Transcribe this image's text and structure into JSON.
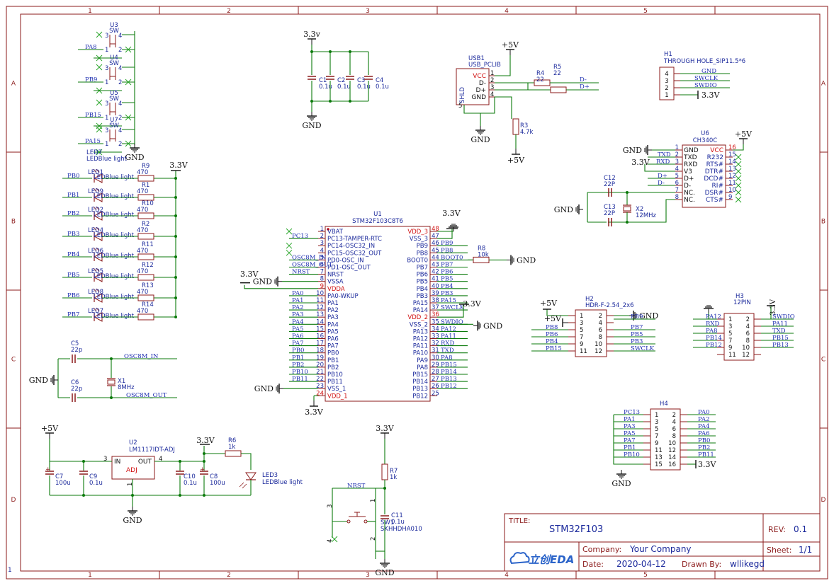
{
  "frame": {
    "columns": [
      "1",
      "2",
      "3",
      "4",
      "5"
    ],
    "rows": [
      "A",
      "B",
      "C",
      "D"
    ],
    "corner_mark": "1"
  },
  "title_block": {
    "title_label": "TITLE:",
    "title": "STM32F103",
    "rev_label": "REV:",
    "rev": "0.1",
    "company_label": "Company:",
    "company": "Your Company",
    "sheet_label": "Sheet:",
    "sheet": "1/1",
    "date_label": "Date:",
    "date": "2020-04-12",
    "drawn_label": "Drawn By:",
    "drawn_by": "wllikegd",
    "logo": "立创EDA"
  },
  "nets": {
    "v33": "3.3v",
    "V33": "3.3V",
    "gnd": "GND",
    "p5v": "+5V"
  },
  "colors": {
    "wire": "#0b7a0b",
    "part": "#8b1a1a",
    "text_blue": "#1c2a9c",
    "net_blue": "#1e2fb0",
    "red": "#d01010",
    "black": "#111111"
  },
  "mcu": {
    "ref": "U1",
    "value": "STM32F103C8T6",
    "left_pins": [
      {
        "num": "1",
        "name": "VBAT"
      },
      {
        "num": "2",
        "name": "PC13-TAMPER-RTC"
      },
      {
        "num": "3",
        "name": "PC14-OSC32_IN"
      },
      {
        "num": "4",
        "name": "PC15-OSC32_OUT"
      },
      {
        "num": "5",
        "name": "PD0-OSC_IN"
      },
      {
        "num": "6",
        "name": "PD1-OSC_OUT"
      },
      {
        "num": "7",
        "name": "NRST"
      },
      {
        "num": "8",
        "name": "VSSA"
      },
      {
        "num": "9",
        "name": "VDDA"
      },
      {
        "num": "10",
        "name": "PA0-WKUP"
      },
      {
        "num": "11",
        "name": "PA1"
      },
      {
        "num": "12",
        "name": "PA2"
      },
      {
        "num": "13",
        "name": "PA3"
      },
      {
        "num": "14",
        "name": "PA4"
      },
      {
        "num": "15",
        "name": "PA5"
      },
      {
        "num": "16",
        "name": "PA6"
      },
      {
        "num": "17",
        "name": "PA7"
      },
      {
        "num": "18",
        "name": "PB0"
      },
      {
        "num": "19",
        "name": "PB1"
      },
      {
        "num": "20",
        "name": "PB2"
      },
      {
        "num": "21",
        "name": "PB10"
      },
      {
        "num": "22",
        "name": "PB11"
      },
      {
        "num": "23",
        "name": "VSS_1"
      },
      {
        "num": "24",
        "name": "VDD_1"
      }
    ],
    "right_pins": [
      {
        "num": "48",
        "name": "VDD_3"
      },
      {
        "num": "47",
        "name": "VSS_3"
      },
      {
        "num": "46",
        "name": "PB9"
      },
      {
        "num": "45",
        "name": "PB8"
      },
      {
        "num": "44",
        "name": "BOOT0"
      },
      {
        "num": "43",
        "name": "PB7"
      },
      {
        "num": "42",
        "name": "PB6"
      },
      {
        "num": "41",
        "name": "PB5"
      },
      {
        "num": "40",
        "name": "PB4"
      },
      {
        "num": "39",
        "name": "PB3"
      },
      {
        "num": "38",
        "name": "PA15"
      },
      {
        "num": "37",
        "name": "PA14"
      },
      {
        "num": "36",
        "name": "VDD_2"
      },
      {
        "num": "35",
        "name": "VSS_2"
      },
      {
        "num": "34",
        "name": "PA13"
      },
      {
        "num": "33",
        "name": "PA12"
      },
      {
        "num": "32",
        "name": "PA11"
      },
      {
        "num": "31",
        "name": "PA10"
      },
      {
        "num": "30",
        "name": "PA9"
      },
      {
        "num": "29",
        "name": "PA8"
      },
      {
        "num": "28",
        "name": "PB15"
      },
      {
        "num": "27",
        "name": "PB14"
      },
      {
        "num": "26",
        "name": "PB13"
      },
      {
        "num": "25",
        "name": "PB12"
      }
    ],
    "left_nets": [
      "",
      "PC13",
      "",
      "",
      "OSC8M_IN",
      "OSC8M_OUT",
      "NRST",
      "",
      "",
      "PA0",
      "PA1",
      "PA2",
      "PA3",
      "PA4",
      "PA5",
      "PA6",
      "PA7",
      "PB0",
      "PB1",
      "PB2",
      "PB10",
      "PB11",
      "",
      ""
    ],
    "right_nets": [
      "",
      "",
      "PB9",
      "PB8",
      "BOOT0",
      "PB7",
      "PB6",
      "PB5",
      "PB4",
      "PB3",
      "PA15",
      "SWCLK",
      "",
      "SWDIO",
      "PA12",
      "PA11",
      "RXD",
      "TXD",
      "PA8",
      "PB15",
      "PB14",
      "PB13",
      "PB12"
    ]
  },
  "switches": [
    {
      "ref": "U3",
      "val": "SW",
      "net": "PA8"
    },
    {
      "ref": "U4",
      "val": "SW",
      "net": "PB9"
    },
    {
      "ref": "U5",
      "val": "SW",
      "net": "PB15"
    },
    {
      "ref": "U7",
      "val": "SW",
      "net": "PA15"
    }
  ],
  "led_bank": {
    "rows": [
      {
        "net": "PB0",
        "led": "LED1",
        "res": "R9",
        "val": "470"
      },
      {
        "net": "PB1",
        "led": "LED9",
        "res": "R1",
        "val": "470"
      },
      {
        "net": "PB2",
        "led": "LED2",
        "res": "R10",
        "val": "470"
      },
      {
        "net": "PB3",
        "led": "LED4",
        "res": "R2",
        "val": "470"
      },
      {
        "net": "PB4",
        "led": "LED6",
        "res": "R11",
        "val": "470"
      },
      {
        "net": "PB5",
        "led": "LED5",
        "res": "R12",
        "val": "470"
      },
      {
        "net": "PB6",
        "led": "LED8",
        "res": "R13",
        "val": "470"
      },
      {
        "net": "PB7",
        "led": "LED7",
        "res": "R14",
        "val": "470"
      }
    ],
    "led_value": "LEDBlue light",
    "top_led": "LED7"
  },
  "crystal8": {
    "c5": "C5",
    "c5v": "22p",
    "c6": "C6",
    "c6v": "22p",
    "x": "X1",
    "xv": "8MHz",
    "net_in": "OSC8M_IN",
    "net_out": "OSC8M_OUT"
  },
  "decoupling": [
    {
      "ref": "C1",
      "val": "0.1u"
    },
    {
      "ref": "C2",
      "val": "0.1u"
    },
    {
      "ref": "C3",
      "val": "0.1u"
    },
    {
      "ref": "C4",
      "val": "0.1u"
    }
  ],
  "usb": {
    "ref": "USB1",
    "val": "USB_PCLIB",
    "pins": [
      "VCC",
      "D-",
      "D+",
      "GND"
    ],
    "nums": [
      "1",
      "2",
      "3",
      "4"
    ],
    "shld": "SHLD",
    "shld_num": "5",
    "r4": "R4",
    "r4v": "22",
    "r5": "R5",
    "r5v": "22",
    "r3": "R3",
    "r3v": "4.7k",
    "dm": "D-",
    "dp": "D+"
  },
  "header_h1": {
    "ref": "H1",
    "val": "THROUGH HOLE_SIP11.5*6",
    "pins": [
      "4",
      "3",
      "2",
      "1"
    ],
    "nets": [
      "GND",
      "SWCLK",
      "SWDIO",
      "3.3V"
    ]
  },
  "ch340": {
    "ref": "U6",
    "val": "CH340C",
    "left": [
      {
        "n": "1",
        "p": "GND"
      },
      {
        "n": "2",
        "p": "TXD"
      },
      {
        "n": "3",
        "p": "RXD"
      },
      {
        "n": "4",
        "p": "V3"
      },
      {
        "n": "5",
        "p": "D+"
      },
      {
        "n": "6",
        "p": "D-"
      },
      {
        "n": "7",
        "p": "NC."
      },
      {
        "n": "8",
        "p": "NC."
      }
    ],
    "right": [
      {
        "n": "16",
        "p": "VCC"
      },
      {
        "n": "15",
        "p": "R232"
      },
      {
        "n": "14",
        "p": "RTS#"
      },
      {
        "n": "13",
        "p": "DTR#"
      },
      {
        "n": "12",
        "p": "DCD#"
      },
      {
        "n": "11",
        "p": "RI#"
      },
      {
        "n": "10",
        "p": "DSR#"
      },
      {
        "n": "9",
        "p": "CTS#"
      }
    ],
    "nets": [
      "TXD",
      "RXD",
      "D+",
      "D-"
    ],
    "c12": "C12",
    "c12v": "22P",
    "c13": "C13",
    "c13v": "22P",
    "x2": "X2",
    "x2v": "12MHz"
  },
  "boot": {
    "ref": "R8",
    "val": "10k"
  },
  "h2": {
    "ref": "H2",
    "val": "HDR-F-2.54_2x6",
    "left_nums": [
      "1",
      "3",
      "5",
      "7",
      "9",
      "11"
    ],
    "right_nums": [
      "2",
      "4",
      "6",
      "8",
      "10",
      "12"
    ],
    "left_nets": [
      "PB8",
      "PB6",
      "PB4",
      "PB15"
    ],
    "right_nets": [
      "PB9",
      "PB7",
      "PB5",
      "PB3",
      "SWCLK"
    ]
  },
  "h3": {
    "ref": "H3",
    "val": "12PIN",
    "left_nums": [
      "1",
      "3",
      "5",
      "7",
      "9",
      "11"
    ],
    "right_nums": [
      "2",
      "4",
      "6",
      "8",
      "10",
      "12"
    ],
    "left_nets": [
      "PA12",
      "RXD",
      "PA8",
      "PB14",
      "PB12"
    ],
    "right_nets": [
      "SWDIO",
      "PA11",
      "TXD",
      "PB15",
      "PB13"
    ]
  },
  "h4": {
    "ref": "H4",
    "left_nums": [
      "1",
      "3",
      "5",
      "7",
      "9",
      "11",
      "13",
      "15"
    ],
    "right_nums": [
      "2",
      "4",
      "6",
      "8",
      "10",
      "12",
      "14",
      "16"
    ],
    "left_nets": [
      "PC13",
      "PA1",
      "PA3",
      "PA5",
      "PA7",
      "PB1",
      "PB10"
    ],
    "right_nets": [
      "PA0",
      "PA2",
      "PA4",
      "PA6",
      "PB0",
      "PB2",
      "PB11"
    ]
  },
  "regulator": {
    "ref": "U2",
    "val": "LM1117IDT-ADJ",
    "in": "IN",
    "out": "OUT",
    "adj": "ADJ",
    "in_num": "3",
    "out_num": "4",
    "adj_num": "1",
    "c7": "C7",
    "c7v": "100u",
    "c9": "C9",
    "c9v": "0.1u",
    "c10": "C10",
    "c10v": "0.1u",
    "c8": "C8",
    "c8v": "100u",
    "r6": "R6",
    "r6v": "1k",
    "led3": "LED3",
    "led3v": "LEDBlue light"
  },
  "reset": {
    "r7": "R7",
    "r7v": "1k",
    "c11": "C11",
    "c11v": "0.1u",
    "sw": "SW1",
    "swv": "SKHHDHA010",
    "net": "NRST",
    "p3": "3",
    "p4": "4",
    "p1": "1",
    "p2": "2"
  }
}
